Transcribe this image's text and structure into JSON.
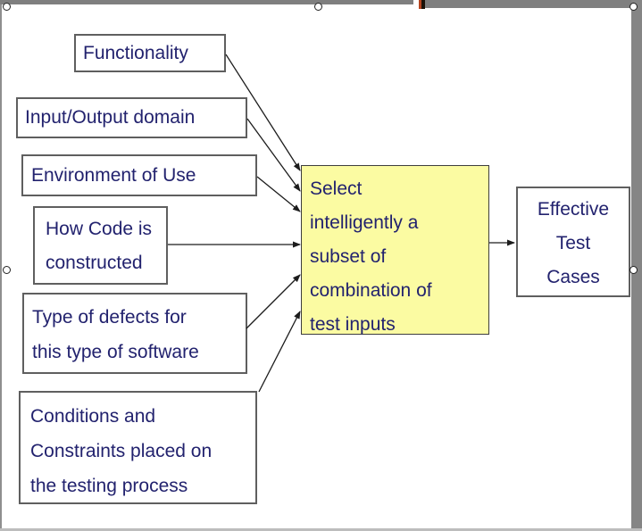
{
  "colors": {
    "chrome_gray": "#7f7f7f",
    "text_navy": "#22226e",
    "center_box_fill": "#fbfba2",
    "box_border_gray": "#5f5f5f",
    "arrow_black": "#1c1c1c",
    "edge_tick_orange": "#b5441f",
    "edge_tick_black": "#1a1208"
  },
  "diagram": {
    "boxes": {
      "functionality": {
        "lines": [
          "Functionality"
        ]
      },
      "io_domain": {
        "lines": [
          "Input/Output domain"
        ]
      },
      "environment": {
        "lines": [
          "Environment of Use"
        ]
      },
      "how_code": {
        "lines": [
          "How Code is",
          "constructed"
        ]
      },
      "defects": {
        "lines": [
          "Type of defects for",
          "this type of software"
        ]
      },
      "conditions": {
        "lines": [
          "Conditions and",
          "Constraints placed on",
          "the testing process"
        ]
      },
      "center": {
        "lines": [
          "Select",
          "intelligently a",
          "subset of",
          "combination of",
          "test inputs"
        ]
      },
      "effective": {
        "lines": [
          "Effective",
          "Test",
          "Cases"
        ]
      }
    }
  }
}
